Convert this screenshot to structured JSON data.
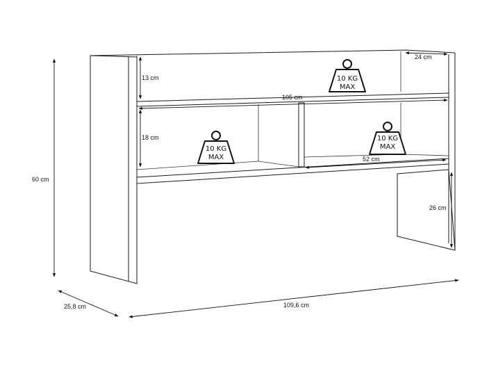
{
  "dimensions": {
    "height_total": "60 cm",
    "depth_total": "25,8 cm",
    "width_total": "109,6 cm",
    "top_shelf_depth": "24 cm",
    "top_clearance": "13 cm",
    "shelf_width": "105 cm",
    "middle_clearance": "18 cm",
    "compartment_width": "52 cm",
    "leg_height": "26 cm"
  },
  "load_badges": [
    {
      "line1": "10 KG",
      "line2": "MAX"
    },
    {
      "line1": "10 KG",
      "line2": "MAX"
    },
    {
      "line1": "10 KG",
      "line2": "MAX"
    }
  ]
}
